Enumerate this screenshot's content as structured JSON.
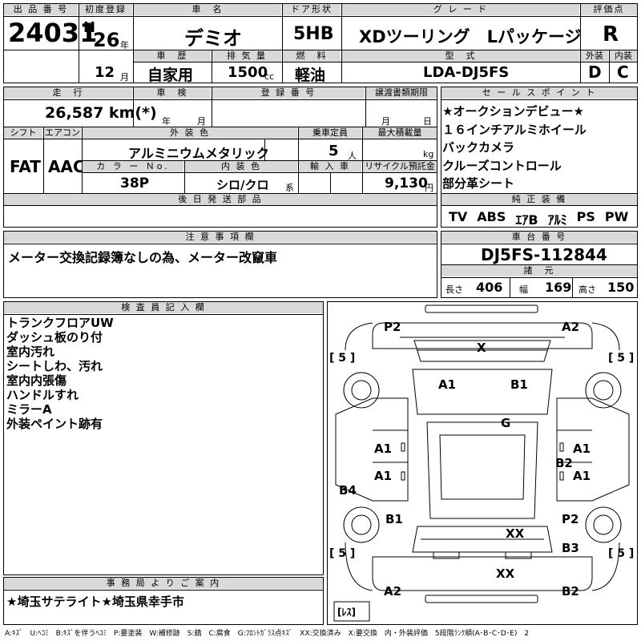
{
  "header": {
    "lot_label": "出 品 番 号",
    "lot_no": "24031",
    "first_reg_label": "初度登録",
    "era": "H",
    "year": "26",
    "year_unit": "年",
    "month": "12",
    "month_unit": "月",
    "car_name_label": "車　名",
    "car_name": "デミオ",
    "door_label": "ドア形状",
    "door": "5HB",
    "grade_label": "グ レ ー ド",
    "grade": "XDツーリング　Lパッケージ",
    "score_label": "評価点",
    "score": "R",
    "history_label": "車　歴",
    "history": "自家用",
    "disp_label": "排 気 量",
    "disp": "1500",
    "disp_unit": "cc",
    "fuel_label": "燃　料",
    "fuel": "軽油",
    "model_label": "型　式",
    "model": "LDA-DJ5FS",
    "ext_label": "外装",
    "int_label": "内装",
    "ext_grade": "D",
    "int_grade": "C"
  },
  "info": {
    "mileage_label": "走　行",
    "mileage": "26,587 km(*)",
    "inspection_label": "車　検",
    "insp_year": "年",
    "insp_month": "月",
    "plate_label": "登 録 番 号",
    "transfer_label": "譲渡書類期限",
    "transfer_month": "月",
    "transfer_day": "日",
    "shift_label": "シフト",
    "ac_label": "エアコン",
    "shift": "FAT",
    "ac": "AAC",
    "color_label": "外 装 色",
    "color": "アルミニウムメタリック",
    "capacity_label": "乗車定員",
    "capacity": "5",
    "capacity_unit": "人",
    "load_label": "最大積載量",
    "load_unit": "kg",
    "color_no_label": "カ ラ ー Ｎo.",
    "color_no": "38P",
    "int_color_label": "内 装 色",
    "int_color": "シロ/クロ",
    "int_color_unit": "系",
    "import_label": "輸 入 車",
    "recycle_label": "リサイクル預託金",
    "recycle": "9,130",
    "recycle_unit": "円",
    "later_label": "後 日 発 送 部 品"
  },
  "sales": {
    "label": "セ ー ル ス ポ イ ン ト",
    "points": [
      "★オークションデビュー★",
      "１６インチアルミホイール",
      "バックカメラ",
      "クルーズコントロール",
      "部分革シート"
    ]
  },
  "equipment": {
    "label": "純 正 装 備",
    "items": [
      "TV",
      "ABS",
      "ｴｱB",
      "ｱﾙﾐ",
      "PS",
      "PW"
    ]
  },
  "caution": {
    "label": "注 意 事 項 欄",
    "text": "メーター交換記録簿なしの為、メーター改竄車"
  },
  "chassis": {
    "label": "車 台 番 号",
    "number": "DJ5FS-112844",
    "spec_label": "諸　元",
    "len_label": "長さ",
    "len": "406",
    "wid_label": "幅",
    "wid": "169",
    "hgt_label": "高さ",
    "hgt": "150"
  },
  "inspector": {
    "label": "検 査 員 記 入 欄",
    "notes": [
      "トランクフロアUW",
      "ダッシュ板のり付",
      "室内汚れ",
      "シートしわ、汚れ",
      "室内内張傷",
      "ハンドルすれ",
      "ミラーA",
      "外装ペイント跡有"
    ]
  },
  "office": {
    "label": "事 務 局 よ り ご 案 内",
    "text": "★埼玉サテライト★埼玉県幸手市"
  },
  "map": {
    "marks": {
      "p2_tl": "P2",
      "a2_tr": "A2",
      "x_top": "X",
      "a1_hood": "A1",
      "b1_hood": "B1",
      "g": "G",
      "a1_l1": "A1",
      "a1_l2": "A1",
      "a1_r1": "A1",
      "b2_r": "B2",
      "a1_r2": "A1",
      "b4": "B4",
      "b1_l": "B1",
      "p2_r": "P2",
      "xx_1": "XX",
      "b3": "B3",
      "xx_2": "XX",
      "a2_bl": "A2",
      "b2_br": "B2"
    },
    "tires": {
      "tl": "[ 5 ]",
      "tr": "[ 5 ]",
      "bl": "[ 5 ]",
      "br": "[ 5 ]"
    },
    "spare": "[ﾚｽ]"
  },
  "legend": "A:ｷｽﾞ　U:ﾍｺﾐ　B:ｷｽﾞを伴うﾍｺﾐ　P:要塗装　W:補修跡　S:錆　C:腐食　G:ﾌﾛﾝﾄｶﾞﾗｽ点ｷｽﾞ　XX:交換済み　X:要交換　内・外装評価　5段階ﾗﾝｸ順(A･B･C･D･E)　2"
}
